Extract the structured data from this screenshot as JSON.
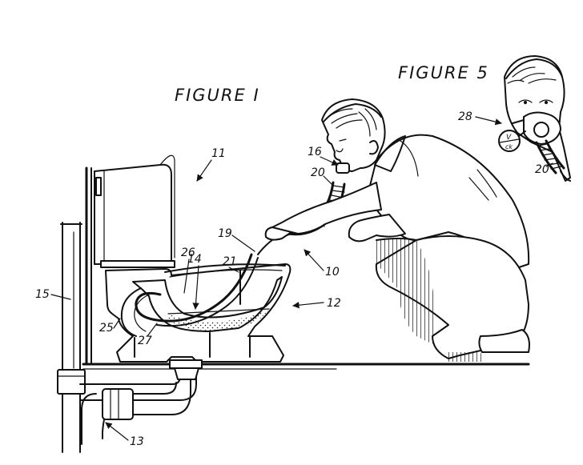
{
  "figure_titles": {
    "figure_1": "FIGURE I",
    "figure_5": "FIGURE 5"
  },
  "reference_numerals": {
    "n10": "10",
    "n11": "11",
    "n12": "12",
    "n13": "13",
    "n14": "14",
    "n15": "15",
    "n16": "16",
    "n19": "19",
    "n20_fig1": "20",
    "n20_fig5": "20",
    "n21": "21",
    "n25": "25",
    "n26": "26",
    "n27": "27",
    "n28": "28"
  },
  "valve_label": {
    "top": "V",
    "bottom": "ck"
  }
}
